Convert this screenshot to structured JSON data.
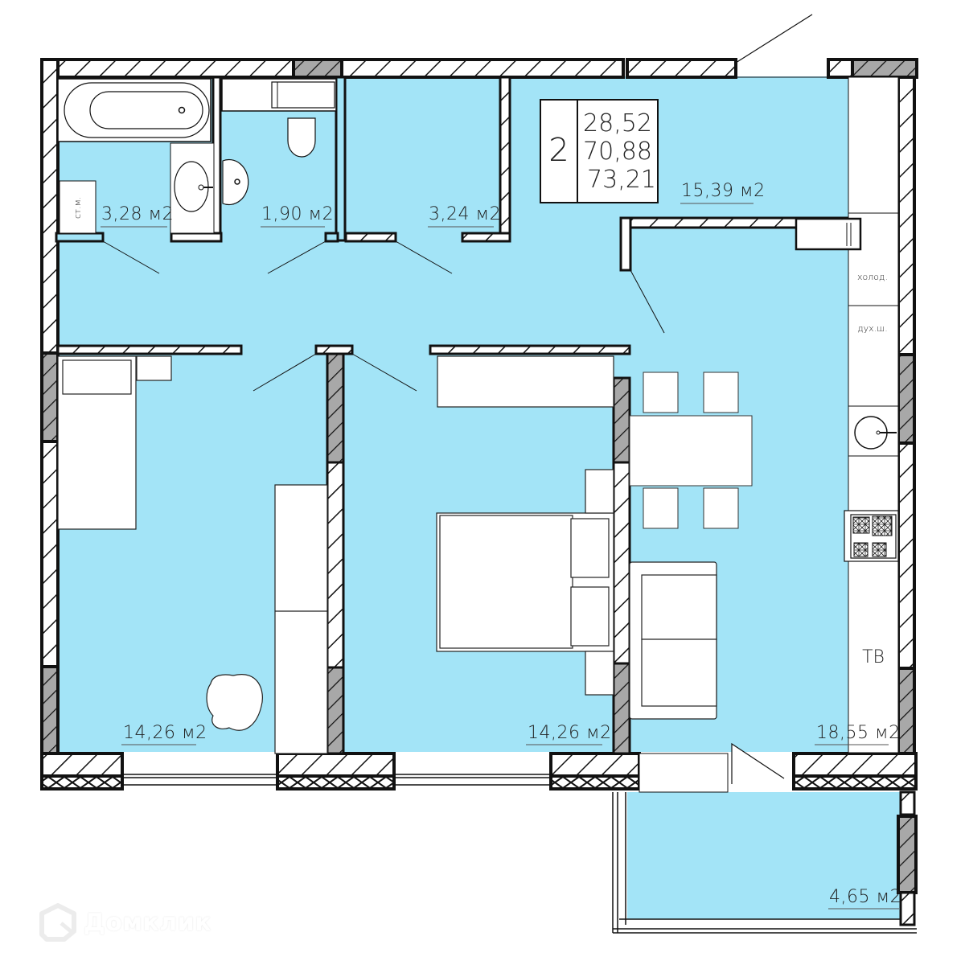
{
  "plan": {
    "title_box": {
      "rooms_count": "2",
      "living_area": "28,52",
      "total_area": "70,88",
      "total_area_with_balcony": "73,21"
    },
    "rooms": [
      {
        "id": "bathroom",
        "area": "3,28 м2"
      },
      {
        "id": "toilet",
        "area": "1,90 м2"
      },
      {
        "id": "storage",
        "area": "3,24 м2"
      },
      {
        "id": "hallway",
        "area": "15,39 м2"
      },
      {
        "id": "bedroom-left",
        "area": "14,26 м2"
      },
      {
        "id": "bedroom-center",
        "area": "14,26 м2"
      },
      {
        "id": "kitchen-living",
        "area": "18,55 м2"
      },
      {
        "id": "balcony",
        "area": "4,65 м2"
      }
    ],
    "labels": {
      "washer": "ст.м.",
      "fridge": "холод.",
      "oven": "дух.ш.",
      "tv": "ТВ"
    },
    "colors": {
      "floor": "#a3e4f7",
      "wall": "#111111",
      "furniture": "#ffffff",
      "hatch_gray": "#a8a8a8"
    }
  },
  "watermark": {
    "brand": "Домклик"
  }
}
